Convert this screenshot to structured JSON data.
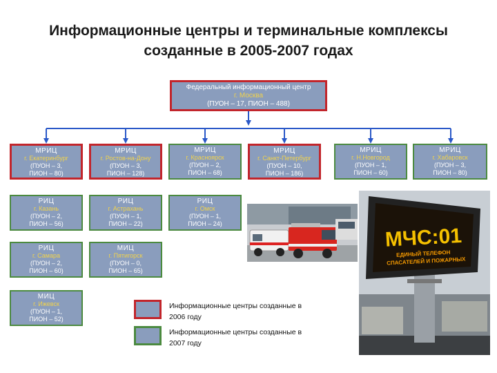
{
  "title": "Информационные центры и терминальные комплексы созданные в 2005-2007 годах",
  "federal": {
    "line1": "Федеральный информационный центр",
    "line2": "г. Москва",
    "line3": "(ПУОН – 17, ПИОН – 488)"
  },
  "row1": [
    {
      "type": "МРИЦ",
      "city": "г. Екатеринбург",
      "l1": "(ПУОН – 3,",
      "l2": "ПИОН – 80)",
      "border": "red"
    },
    {
      "type": "МРИЦ",
      "city": "г. Ростов-на-Дону",
      "l1": "(ПУОН – 3,",
      "l2": "ПИОН – 128)",
      "border": "red"
    },
    {
      "type": "МРИЦ",
      "city": "г. Красноярск",
      "l1": "(ПУОН – 2,",
      "l2": "ПИОН – 68)",
      "border": "green"
    },
    {
      "type": "МРИЦ",
      "city": "г. Санкт-Петербург",
      "l1": "(ПУОН – 10,",
      "l2": "ПИОН – 186)",
      "border": "red"
    },
    {
      "type": "МРИЦ",
      "city": "г. Н.Новгород",
      "l1": "(ПУОН – 1,",
      "l2": "ПИОН – 60)",
      "border": "green"
    },
    {
      "type": "МРИЦ",
      "city": "г. Хабаровск",
      "l1": "(ПУОН – 3,",
      "l2": "ПИОН – 80)",
      "border": "green"
    }
  ],
  "col1": [
    {
      "type": "РИЦ",
      "city": "г. Казань",
      "l1": "(ПУОН – 2,",
      "l2": "ПИОН – 56)"
    },
    {
      "type": "РИЦ",
      "city": "г. Самара",
      "l1": "(ПУОН – 2,",
      "l2": "ПИОН – 60)"
    },
    {
      "type": "МИЦ",
      "city": "г. Ижевск",
      "l1": "(ПУОН – 1,",
      "l2": "ПИОН – 52)"
    }
  ],
  "col2": [
    {
      "type": "РИЦ",
      "city": "г. Астрахань",
      "l1": "(ПУОН – 1,",
      "l2": "ПИОН – 22)"
    },
    {
      "type": "МИЦ",
      "city": "г. Пятигорск",
      "l1": "(ПУОН – 0,",
      "l2": "ПИОН – 65)"
    }
  ],
  "col3": [
    {
      "type": "РИЦ",
      "city": "г. Омск",
      "l1": "(ПУОН – 1,",
      "l2": "ПИОН – 24)"
    }
  ],
  "billboard": {
    "text": "МЧС:01",
    "sub1": "ЕДИНЫЙ ТЕЛЕФОН",
    "sub2": "СПАСАТЕЛЕЙ И ПОЖАРНЫХ"
  },
  "legend": {
    "item2006": "Информационные центры созданные в 2006 году",
    "item2007": "Информационные центры созданные в 2007 году"
  },
  "colors": {
    "box_fill": "#8a9dbd",
    "border_2006": "#c2252b",
    "border_2007": "#4b8a3f",
    "connector": "#2a58c8"
  }
}
